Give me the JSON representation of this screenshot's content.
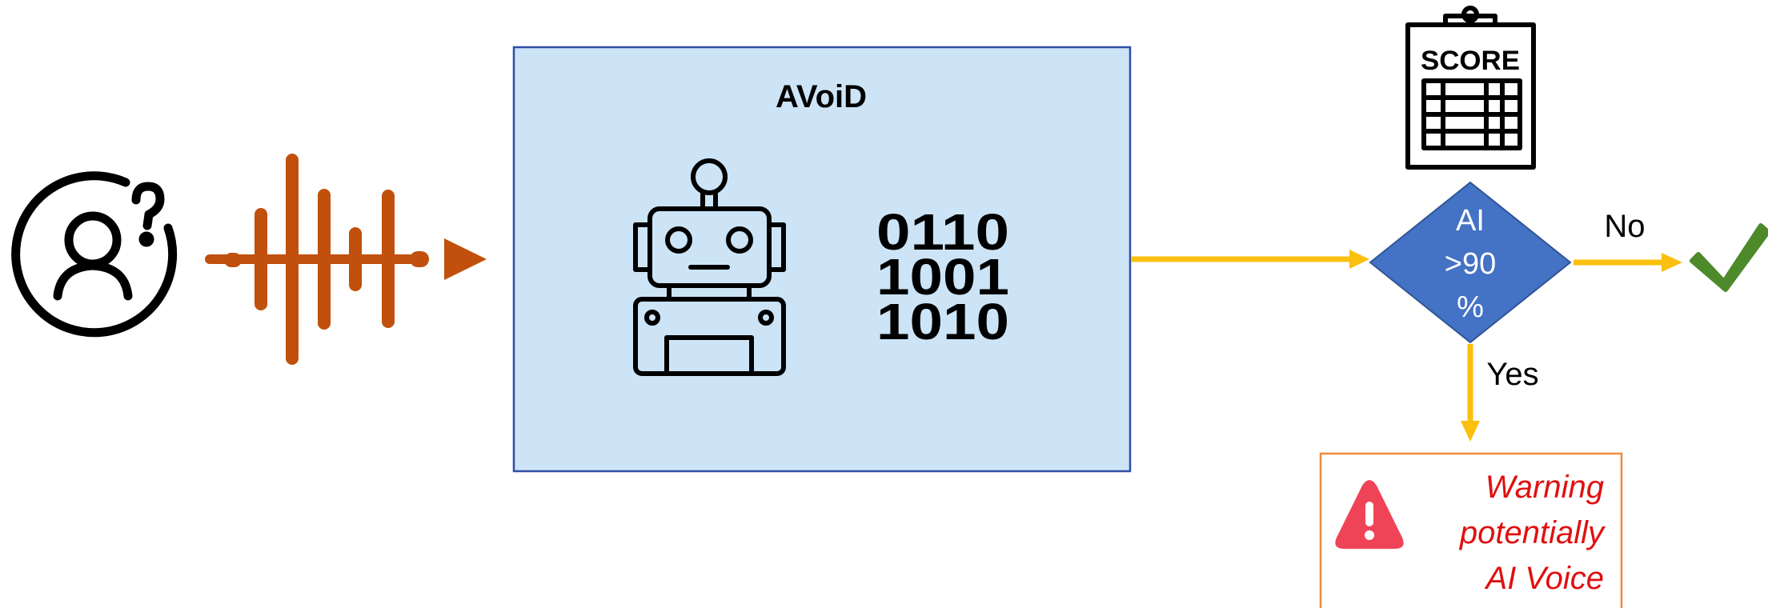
{
  "diagram": {
    "main_box": {
      "title": "AVoiD"
    },
    "scoreboard": {
      "label": "SCORE"
    },
    "binary": {
      "lines": [
        "0110",
        "1001",
        "1010"
      ]
    },
    "decision": {
      "lines": [
        "AI",
        ">90",
        "%"
      ]
    },
    "branch_no": {
      "label": "No"
    },
    "branch_yes": {
      "label": "Yes"
    },
    "warning": {
      "lines": [
        "Warning",
        "potentially",
        "AI Voice"
      ]
    },
    "colors": {
      "box_fill": "#cce4f6",
      "box_border": "#2f4ea3",
      "arrow": "#fbbf0e",
      "wave": "#c0500b",
      "diamond": "#4472c4",
      "check": "#4d8a2a",
      "warning_text": "#e01010",
      "warning_border": "#f08a3c",
      "warning_icon": "#ef4458"
    },
    "icons": [
      "unknown-user-icon",
      "sound-wave-icon",
      "robot-icon",
      "binary-code-icon",
      "scoreboard-icon",
      "checkmark-icon",
      "warning-icon"
    ]
  }
}
